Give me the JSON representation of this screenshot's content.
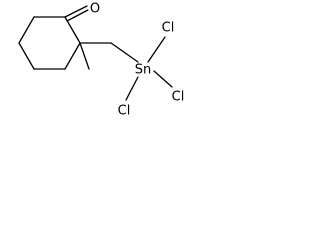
{
  "structure": {
    "atoms": {
      "oxygen": "O",
      "tin": "Sn",
      "chlorine_top": "Cl",
      "chlorine_right": "Cl",
      "chlorine_bottom": "Cl"
    }
  },
  "colors": {
    "bond": "#000000",
    "label": "#000000",
    "background": "#ffffff"
  }
}
